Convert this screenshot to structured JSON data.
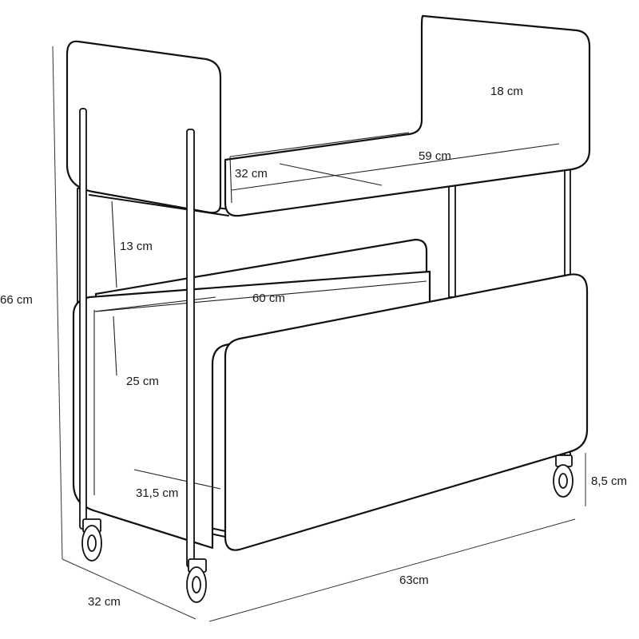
{
  "labels": {
    "top_depth": "18 cm",
    "top_shelf_depth": "32 cm",
    "top_shelf_width": "59 cm",
    "gap_height": "13 cm",
    "total_height": "66 cm",
    "bottom_width": "60 cm",
    "bottom_height": "25 cm",
    "bottom_depth": "31,5 cm",
    "wheel_height": "8,5 cm",
    "base_depth": "32 cm",
    "base_width": "63cm"
  },
  "colors": {
    "stroke": "#111111",
    "background": "#ffffff"
  },
  "icons": [
    "caster-wheel-icon"
  ]
}
